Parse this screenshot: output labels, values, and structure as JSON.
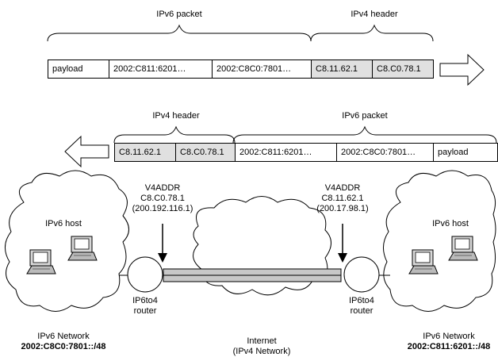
{
  "top_row": {
    "brace_ipv6_label": "IPv6 packet",
    "brace_ipv4_label": "IPv4 header",
    "cells": [
      "payload",
      "2002:C811:6201…",
      "2002:C8C0:7801…",
      "C8.11.62.1",
      "C8.C0.78.1"
    ]
  },
  "bottom_row": {
    "brace_ipv4_label": "IPv4 header",
    "brace_ipv6_label": "IPv6 packet",
    "cells": [
      "C8.11.62.1",
      "C8.C0.78.1",
      "2002:C811:6201…",
      "2002:C8C0:7801…",
      "payload"
    ]
  },
  "left_site": {
    "v4addr_title": "V4ADDR",
    "v4addr_hex": "C8.C0.78.1",
    "v4addr_dec": "(200.192.116.1)",
    "host_label": "IPv6 host",
    "router_line1": "IP6to4",
    "router_line2": "router",
    "network_title": "IPv6 Network",
    "network_prefix": "2002:C8C0:7801::/48"
  },
  "right_site": {
    "v4addr_title": "V4ADDR",
    "v4addr_hex": "C8.11.62.1",
    "v4addr_dec": "(200.17.98.1)",
    "host_label": "IPv6 host",
    "router_line1": "IP6to4",
    "router_line2": "router",
    "network_title": "IPv6 Network",
    "network_prefix": "2002:C811:6201::/48"
  },
  "internet": {
    "title": "Internet",
    "subtitle": "(IPv4 Network)"
  },
  "colors": {
    "shaded_cell": "#e0e0e0",
    "tunnel_fill": "#c8c8c8",
    "line": "#000000"
  }
}
